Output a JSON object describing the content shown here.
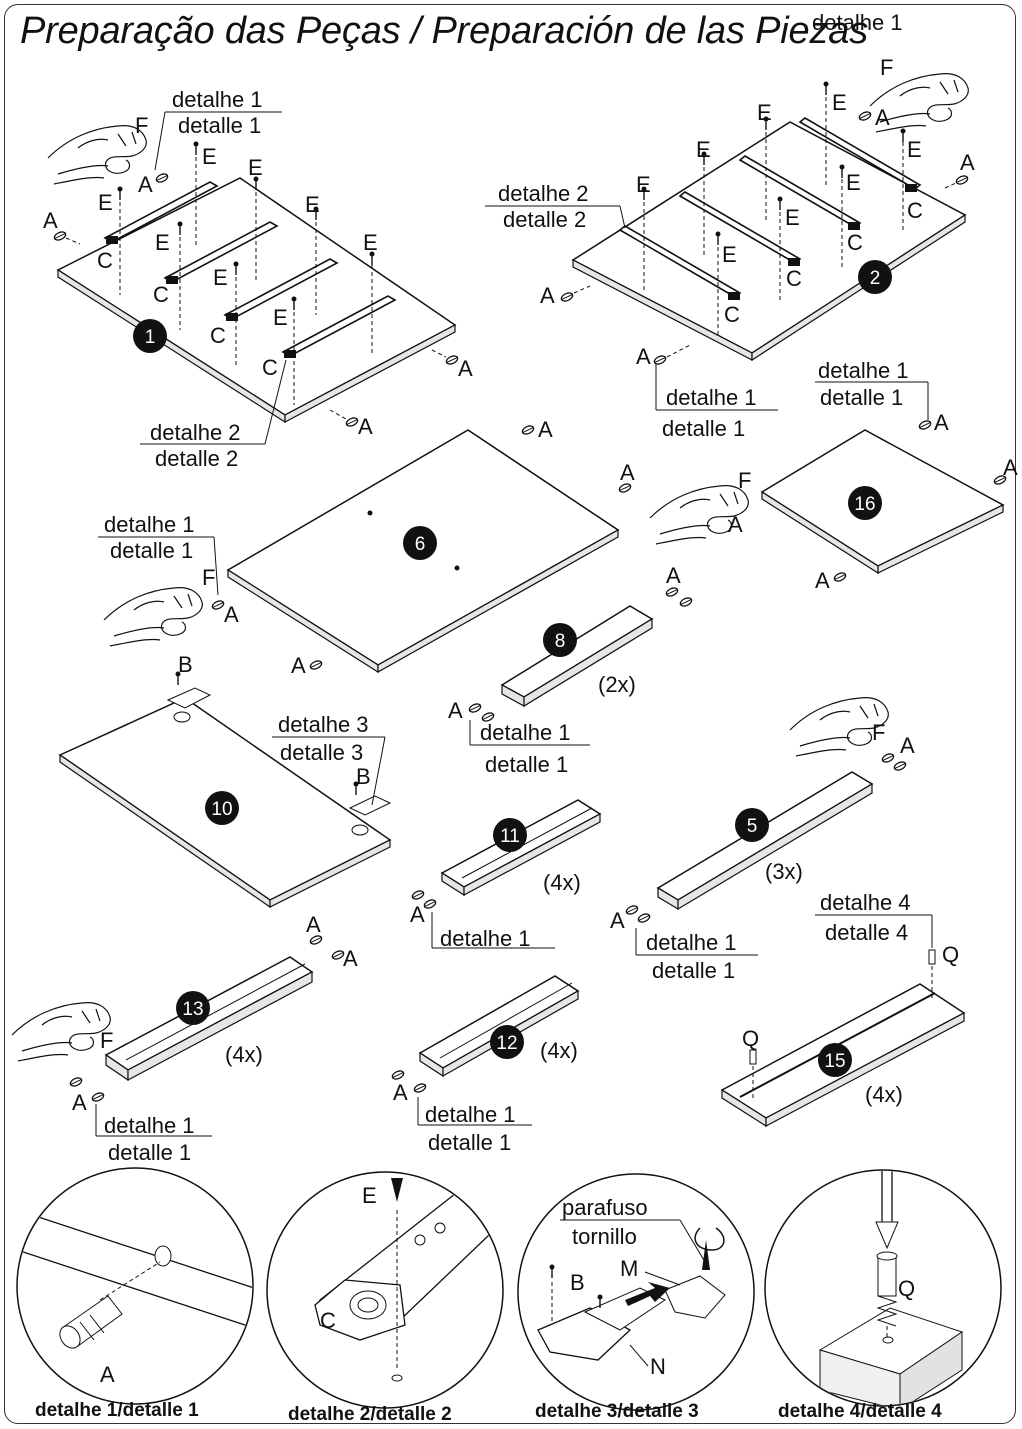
{
  "title": "Preparação das Peças / Preparación de las Piezas",
  "header_tag": "detalhe 1",
  "letters": {
    "A": "A",
    "B": "B",
    "C": "C",
    "E": "E",
    "F": "F",
    "M": "M",
    "N": "N",
    "Q": "Q"
  },
  "callouts": {
    "d1": "detalhe 1",
    "d1es": "detalle 1",
    "d2": "detalhe 2",
    "d2es": "detalle 2",
    "d3": "detalhe 3",
    "d3es": "detalle 3",
    "d4": "detalhe 4",
    "d4es": "detalle 4",
    "screw_pt": "parafuso",
    "screw_es": "tornillo"
  },
  "parts": {
    "p1": "1",
    "p2": "2",
    "p5": "5",
    "p6": "6",
    "p8": "8",
    "p10": "10",
    "p11": "11",
    "p12": "12",
    "p13": "13",
    "p15": "15",
    "p16": "16"
  },
  "quantities": {
    "p8": "(2x)",
    "p5": "(3x)",
    "p11": "(4x)",
    "p13": "(4x)",
    "p12": "(4x)",
    "p15": "(4x)"
  },
  "details": {
    "d1": "detalhe 1/detalle 1",
    "d2": "detalhe 2/detalle 2",
    "d3": "detalhe 3/detalle 3",
    "d4": "detalhe 4/detalle 4"
  }
}
